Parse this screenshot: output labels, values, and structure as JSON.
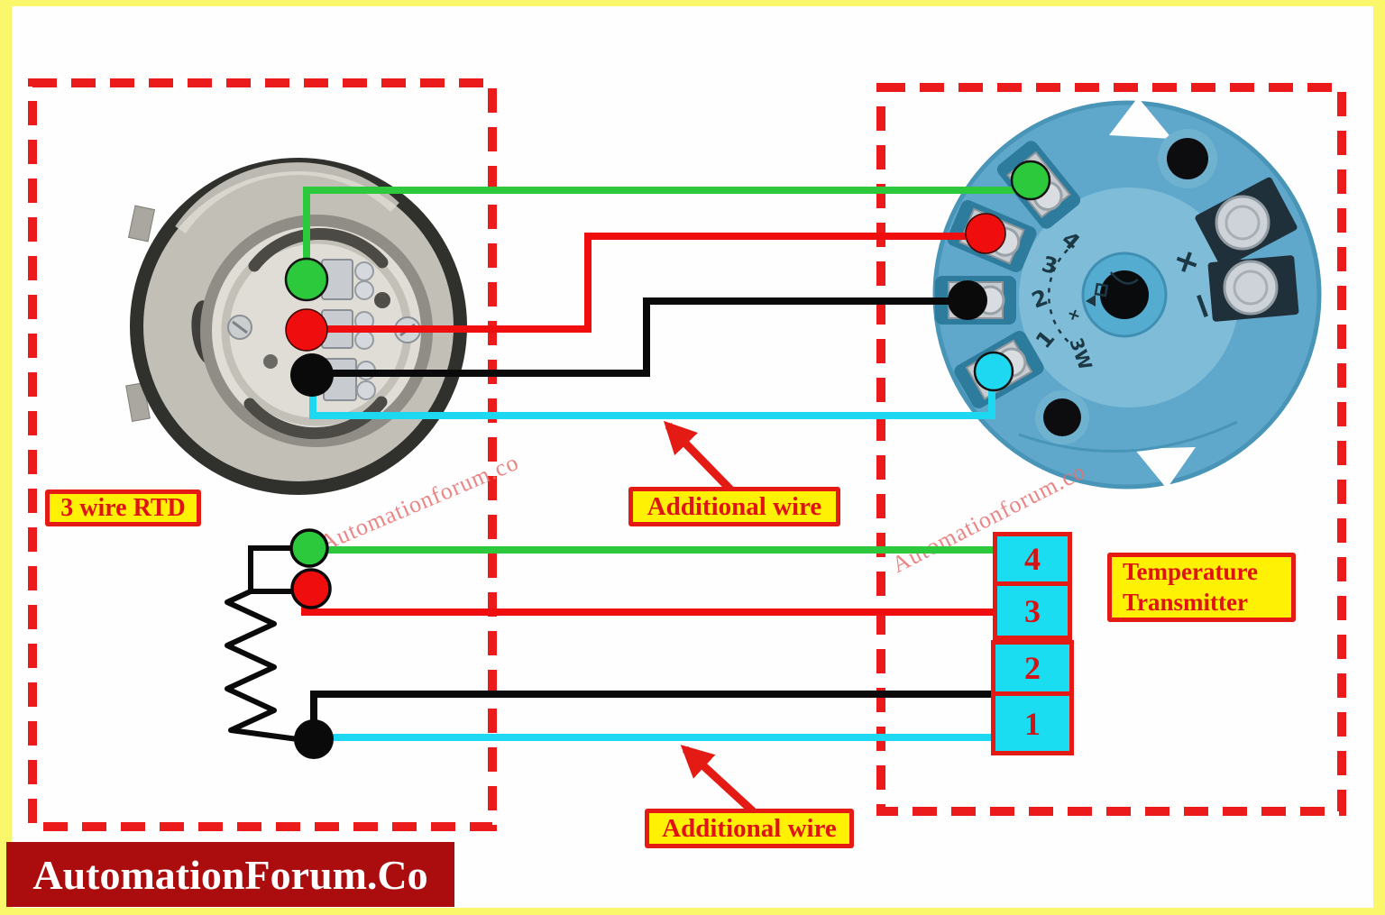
{
  "branding": {
    "banner_text": "AutomationForum.Co",
    "watermark_text": "Automationforum.co"
  },
  "labels": {
    "rtd": "3 wire RTD",
    "additional_wire_top": "Additional wire",
    "additional_wire_bottom": "Additional wire",
    "transmitter_line1": "Temperature",
    "transmitter_line2": "Transmitter"
  },
  "terminal_block": {
    "items": [
      {
        "label": "4"
      },
      {
        "label": "3"
      },
      {
        "label": "2"
      },
      {
        "label": "1"
      }
    ]
  },
  "transmitter_markings": {
    "t1": "1",
    "t2": "2",
    "t3": "3",
    "t4": "4",
    "plus": "+",
    "minus": "−",
    "small_plus": "+",
    "mode": "3W"
  },
  "colors": {
    "frame_yellow": "#FBF76B",
    "dashed_red": "#EC1B1B",
    "label_yellow": "#FFF104",
    "label_text_red": "#E01313",
    "wire_green": "#2BC93B",
    "wire_red": "#F00D0D",
    "wire_black": "#0A0A0A",
    "wire_cyan": "#1ED7F0",
    "terminal_cyan": "#1ADDF2",
    "banner_red": "#AB0D0E",
    "banner_text_white": "#FFFFFF",
    "transmitter_blue": "#5FA8CB",
    "rtd_metal_gray": "#C1BFB6",
    "watermark_pink": "#E97A7A"
  }
}
